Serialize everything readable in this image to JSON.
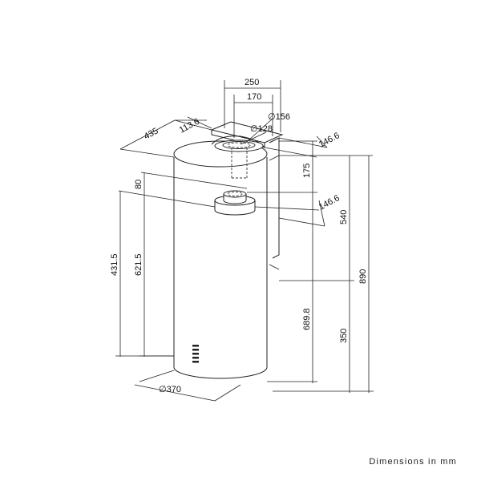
{
  "caption": "Dimensions in mm",
  "dimensions": {
    "top_width": "250",
    "top_inner_width": "170",
    "depth_top": "435",
    "side_offset": "113.6",
    "flange_diameter": "∅156",
    "outlet_diameter": "∅128",
    "right_offset_top": "146.6",
    "right_offset_mid": "146.6",
    "top_height": "175",
    "mid_height": "540",
    "total_height": "890",
    "lower_height": "350",
    "body_height": "689.8",
    "left_gap": "80",
    "left_total": "431.5",
    "left_body": "621.5",
    "body_diameter": "∅370"
  }
}
